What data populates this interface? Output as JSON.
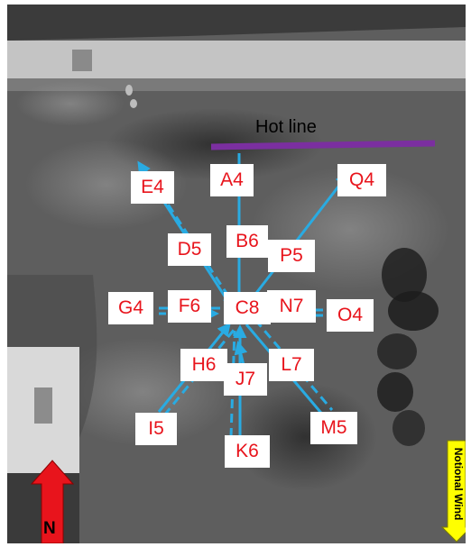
{
  "hot_line": {
    "label": "Hot line",
    "color": "#7b2fa0"
  },
  "stations": [
    {
      "id": "A4",
      "label": "A4"
    },
    {
      "id": "B6",
      "label": "B6"
    },
    {
      "id": "C8",
      "label": "C8"
    },
    {
      "id": "D5",
      "label": "D5"
    },
    {
      "id": "E4",
      "label": "E4"
    },
    {
      "id": "F6",
      "label": "F6"
    },
    {
      "id": "G4",
      "label": "G4"
    },
    {
      "id": "H6",
      "label": "H6"
    },
    {
      "id": "I5",
      "label": "I5"
    },
    {
      "id": "J7",
      "label": "J7"
    },
    {
      "id": "K6",
      "label": "K6"
    },
    {
      "id": "L7",
      "label": "L7"
    },
    {
      "id": "M5",
      "label": "M5"
    },
    {
      "id": "N7",
      "label": "N7"
    },
    {
      "id": "O4",
      "label": "O4"
    },
    {
      "id": "P5",
      "label": "P5"
    },
    {
      "id": "Q4",
      "label": "Q4"
    }
  ],
  "north_arrow": {
    "label": "N",
    "color": "#e8141c"
  },
  "wind_arrow": {
    "label": "Notional Wind",
    "color": "#ffff00"
  },
  "colors": {
    "station_text": "#e8141c",
    "arrow": "#29abe2",
    "station_box": "#ffffff"
  }
}
